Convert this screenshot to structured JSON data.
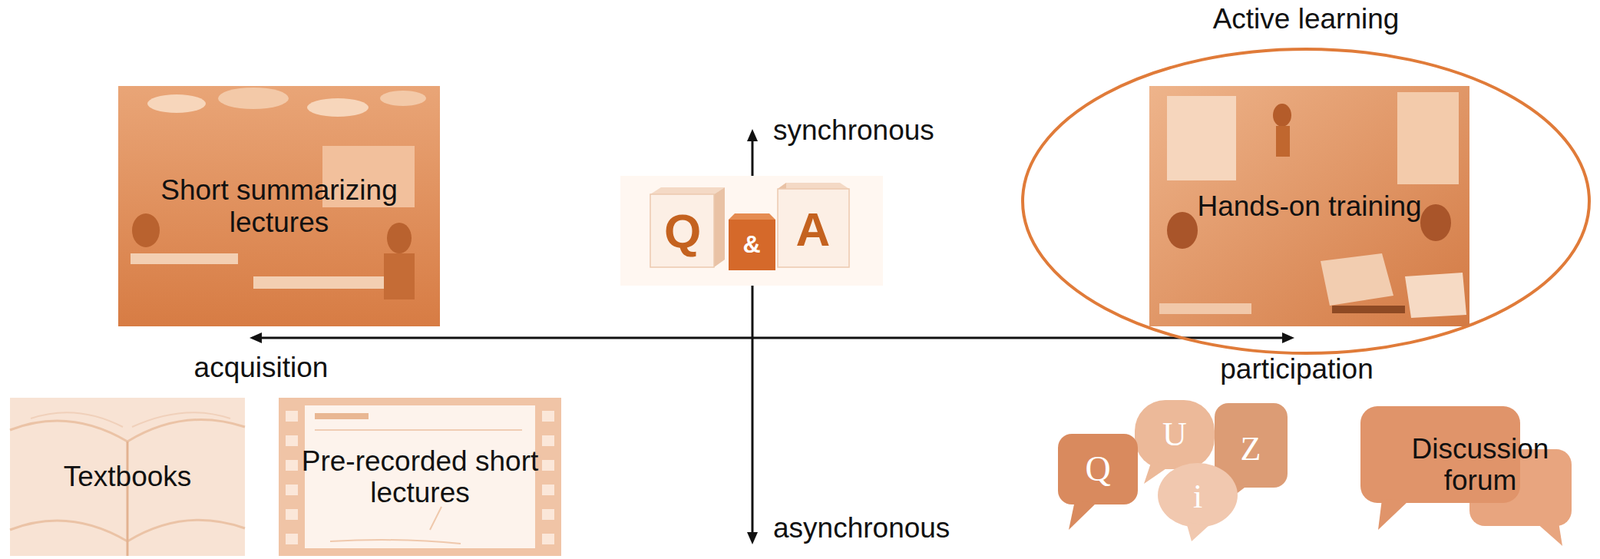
{
  "diagram": {
    "nodes": [
      {
        "text": [
          "Short summarizing lectures"
        ]
      },
      {
        "text": [
          "Q",
          "&",
          "A"
        ]
      },
      {
        "text": [
          "Active learning"
        ]
      },
      {
        "text": [
          "Hands-on training"
        ],
        "in": 2
      },
      {
        "text": [
          "Textbooks"
        ]
      },
      {
        "text": [
          "Pre-recorded short lectures"
        ]
      },
      {
        "text": [
          "Q",
          "U",
          "i",
          "Z"
        ]
      },
      {
        "text": [
          "Discussion forum"
        ]
      }
    ],
    "labels": [
      "synchronous",
      "asynchronous",
      "acquisition",
      "participation"
    ]
  }
}
